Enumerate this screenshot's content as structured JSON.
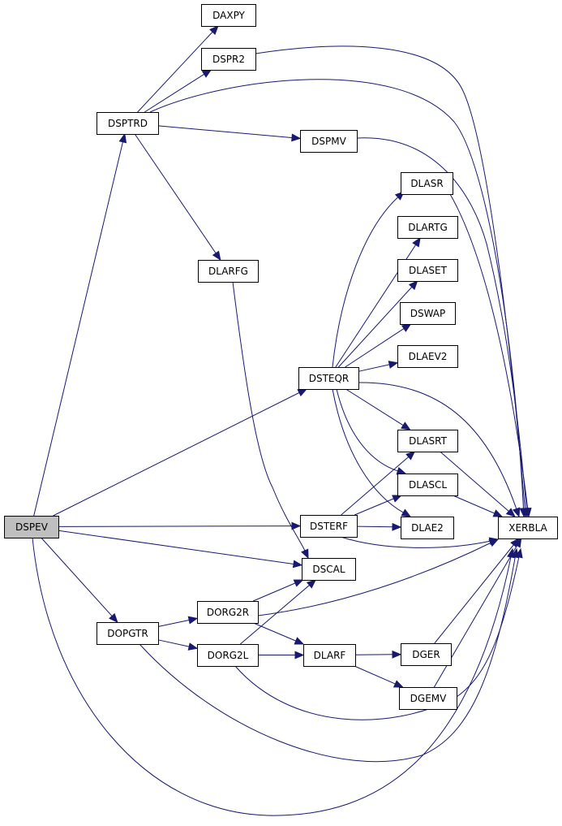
{
  "diagram": {
    "type": "call-graph",
    "colors": {
      "edge": "#191970",
      "node_border": "#000000",
      "node_fill": "#ffffff",
      "root_fill": "#bfbfbf"
    },
    "nodes": [
      {
        "id": "dspev",
        "label": "DSPEV",
        "root": true
      },
      {
        "id": "dsptrd",
        "label": "DSPTRD"
      },
      {
        "id": "daxpy",
        "label": "DAXPY"
      },
      {
        "id": "dspr2",
        "label": "DSPR2"
      },
      {
        "id": "dspmv",
        "label": "DSPMV"
      },
      {
        "id": "dlarfg",
        "label": "DLARFG"
      },
      {
        "id": "dlasr",
        "label": "DLASR"
      },
      {
        "id": "dlartg",
        "label": "DLARTG"
      },
      {
        "id": "dlaset",
        "label": "DLASET"
      },
      {
        "id": "dswap",
        "label": "DSWAP"
      },
      {
        "id": "dlaev2",
        "label": "DLAEV2"
      },
      {
        "id": "dsteqr",
        "label": "DSTEQR"
      },
      {
        "id": "dlasrt",
        "label": "DLASRT"
      },
      {
        "id": "dlascl",
        "label": "DLASCL"
      },
      {
        "id": "dsterf",
        "label": "DSTERF"
      },
      {
        "id": "dlae2",
        "label": "DLAE2"
      },
      {
        "id": "xerbla",
        "label": "XERBLA"
      },
      {
        "id": "dscal",
        "label": "DSCAL"
      },
      {
        "id": "dorg2r",
        "label": "DORG2R"
      },
      {
        "id": "dopgtr",
        "label": "DOPGTR"
      },
      {
        "id": "dorg2l",
        "label": "DORG2L"
      },
      {
        "id": "dlarf",
        "label": "DLARF"
      },
      {
        "id": "dger",
        "label": "DGER"
      },
      {
        "id": "dgemv",
        "label": "DGEMV"
      }
    ],
    "edges": [
      {
        "from": "dspev",
        "to": "dsptrd"
      },
      {
        "from": "dspev",
        "to": "dsteqr"
      },
      {
        "from": "dspev",
        "to": "dsterf"
      },
      {
        "from": "dspev",
        "to": "dscal"
      },
      {
        "from": "dspev",
        "to": "dopgtr"
      },
      {
        "from": "dspev",
        "to": "xerbla"
      },
      {
        "from": "dsptrd",
        "to": "daxpy"
      },
      {
        "from": "dsptrd",
        "to": "dspr2"
      },
      {
        "from": "dsptrd",
        "to": "xerbla"
      },
      {
        "from": "dsptrd",
        "to": "dspmv"
      },
      {
        "from": "dsptrd",
        "to": "dlarfg"
      },
      {
        "from": "dspr2",
        "to": "xerbla"
      },
      {
        "from": "dspmv",
        "to": "xerbla"
      },
      {
        "from": "dlarfg",
        "to": "dscal"
      },
      {
        "from": "dsteqr",
        "to": "dlasr"
      },
      {
        "from": "dsteqr",
        "to": "dlartg"
      },
      {
        "from": "dsteqr",
        "to": "dlaset"
      },
      {
        "from": "dsteqr",
        "to": "dswap"
      },
      {
        "from": "dsteqr",
        "to": "dlaev2"
      },
      {
        "from": "dsteqr",
        "to": "dlasrt"
      },
      {
        "from": "dsteqr",
        "to": "dlascl"
      },
      {
        "from": "dsteqr",
        "to": "dlae2"
      },
      {
        "from": "dsteqr",
        "to": "xerbla"
      },
      {
        "from": "dlasr",
        "to": "xerbla"
      },
      {
        "from": "dlasrt",
        "to": "xerbla"
      },
      {
        "from": "dlascl",
        "to": "xerbla"
      },
      {
        "from": "dsterf",
        "to": "dlasrt"
      },
      {
        "from": "dsterf",
        "to": "dlascl"
      },
      {
        "from": "dsterf",
        "to": "dlae2"
      },
      {
        "from": "dsterf",
        "to": "xerbla"
      },
      {
        "from": "dopgtr",
        "to": "dorg2r"
      },
      {
        "from": "dopgtr",
        "to": "dorg2l"
      },
      {
        "from": "dopgtr",
        "to": "xerbla"
      },
      {
        "from": "dorg2r",
        "to": "dscal"
      },
      {
        "from": "dorg2r",
        "to": "dlarf"
      },
      {
        "from": "dorg2r",
        "to": "xerbla"
      },
      {
        "from": "dorg2l",
        "to": "dscal"
      },
      {
        "from": "dorg2l",
        "to": "dlarf"
      },
      {
        "from": "dorg2l",
        "to": "xerbla"
      },
      {
        "from": "dlarf",
        "to": "dger"
      },
      {
        "from": "dlarf",
        "to": "dgemv"
      },
      {
        "from": "dger",
        "to": "xerbla"
      },
      {
        "from": "dgemv",
        "to": "xerbla"
      }
    ]
  }
}
